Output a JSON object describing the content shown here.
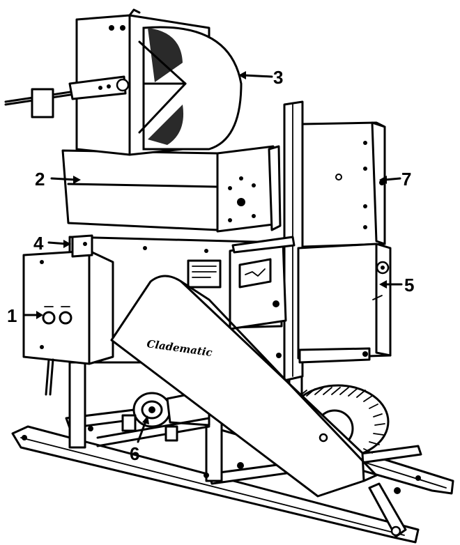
{
  "diagram": {
    "brand_label": "Cladematic",
    "callouts": [
      {
        "id": "1",
        "label": "1"
      },
      {
        "id": "2",
        "label": "2"
      },
      {
        "id": "3",
        "label": "3"
      },
      {
        "id": "4",
        "label": "4"
      },
      {
        "id": "5",
        "label": "5"
      },
      {
        "id": "6",
        "label": "6"
      },
      {
        "id": "7",
        "label": "7"
      }
    ]
  },
  "colors": {
    "ink": "#000000",
    "paper": "#ffffff"
  }
}
